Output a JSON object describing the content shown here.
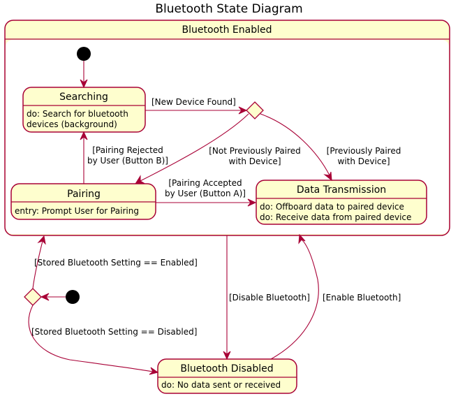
{
  "title": "Bluetooth State Diagram",
  "composite": {
    "name": "Bluetooth Enabled"
  },
  "states": {
    "searching": {
      "name": "Searching",
      "desc": [
        "do: Search for bluetooth",
        "devices (background)"
      ]
    },
    "pairing": {
      "name": "Pairing",
      "desc": [
        "entry: Prompt User for Pairing"
      ]
    },
    "data_transmission": {
      "name": "Data Transmission",
      "desc": [
        "do: Offboard data to paired device",
        "do: Receive data from paired device"
      ]
    },
    "disabled": {
      "name": "Bluetooth Disabled",
      "desc": [
        "do: No data sent or received"
      ]
    }
  },
  "transitions": {
    "new_device_found": [
      "[New Device Found]"
    ],
    "not_prev_paired": [
      "[Not Previously Paired",
      "with Device]"
    ],
    "prev_paired": [
      "[Previously Paired",
      "with Device]"
    ],
    "pairing_rejected": [
      "[Pairing Rejected",
      "by User (Button B)]"
    ],
    "pairing_accepted": [
      "[Pairing Accepted",
      "by User (Button A)]"
    ],
    "setting_enabled": [
      "[Stored Bluetooth Setting == Enabled]"
    ],
    "setting_disabled": [
      "[Stored Bluetooth Setting == Disabled]"
    ],
    "disable_bt": [
      "[Disable Bluetooth]"
    ],
    "enable_bt": [
      "[Enable Bluetooth]"
    ]
  },
  "colors": {
    "state_fill": "#FEFECE",
    "border": "#A80036",
    "initial": "#000000"
  }
}
